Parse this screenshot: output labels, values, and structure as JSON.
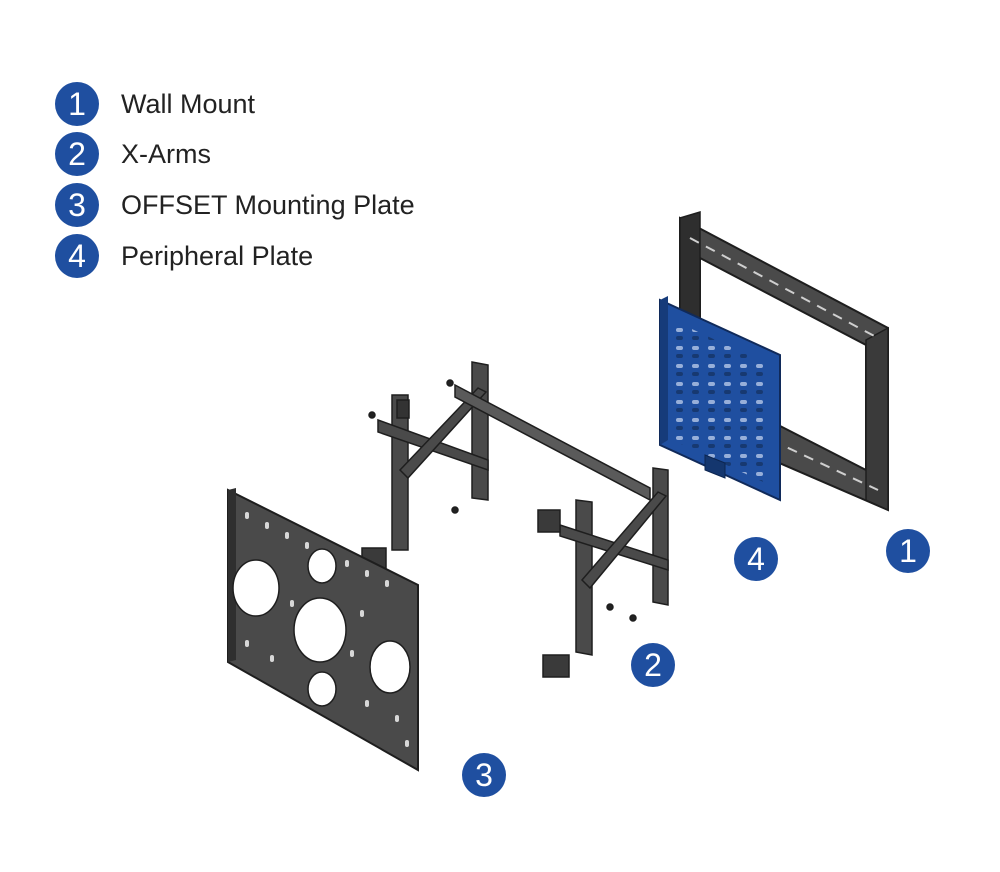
{
  "legend": [
    {
      "number": "1",
      "label": "Wall Mount"
    },
    {
      "number": "2",
      "label": "X-Arms"
    },
    {
      "number": "3",
      "label": "OFFSET Mounting Plate"
    },
    {
      "number": "4",
      "label": "Peripheral Plate"
    }
  ],
  "callouts": {
    "wall_mount": "1",
    "x_arms": "2",
    "mounting_plate": "3",
    "peripheral_plate": "4"
  },
  "colors": {
    "accent": "#1f4fa0",
    "part_dark": "#4a4a4a",
    "part_edge": "#1e1e1e",
    "peripheral_plate": "#1f4fa0"
  }
}
